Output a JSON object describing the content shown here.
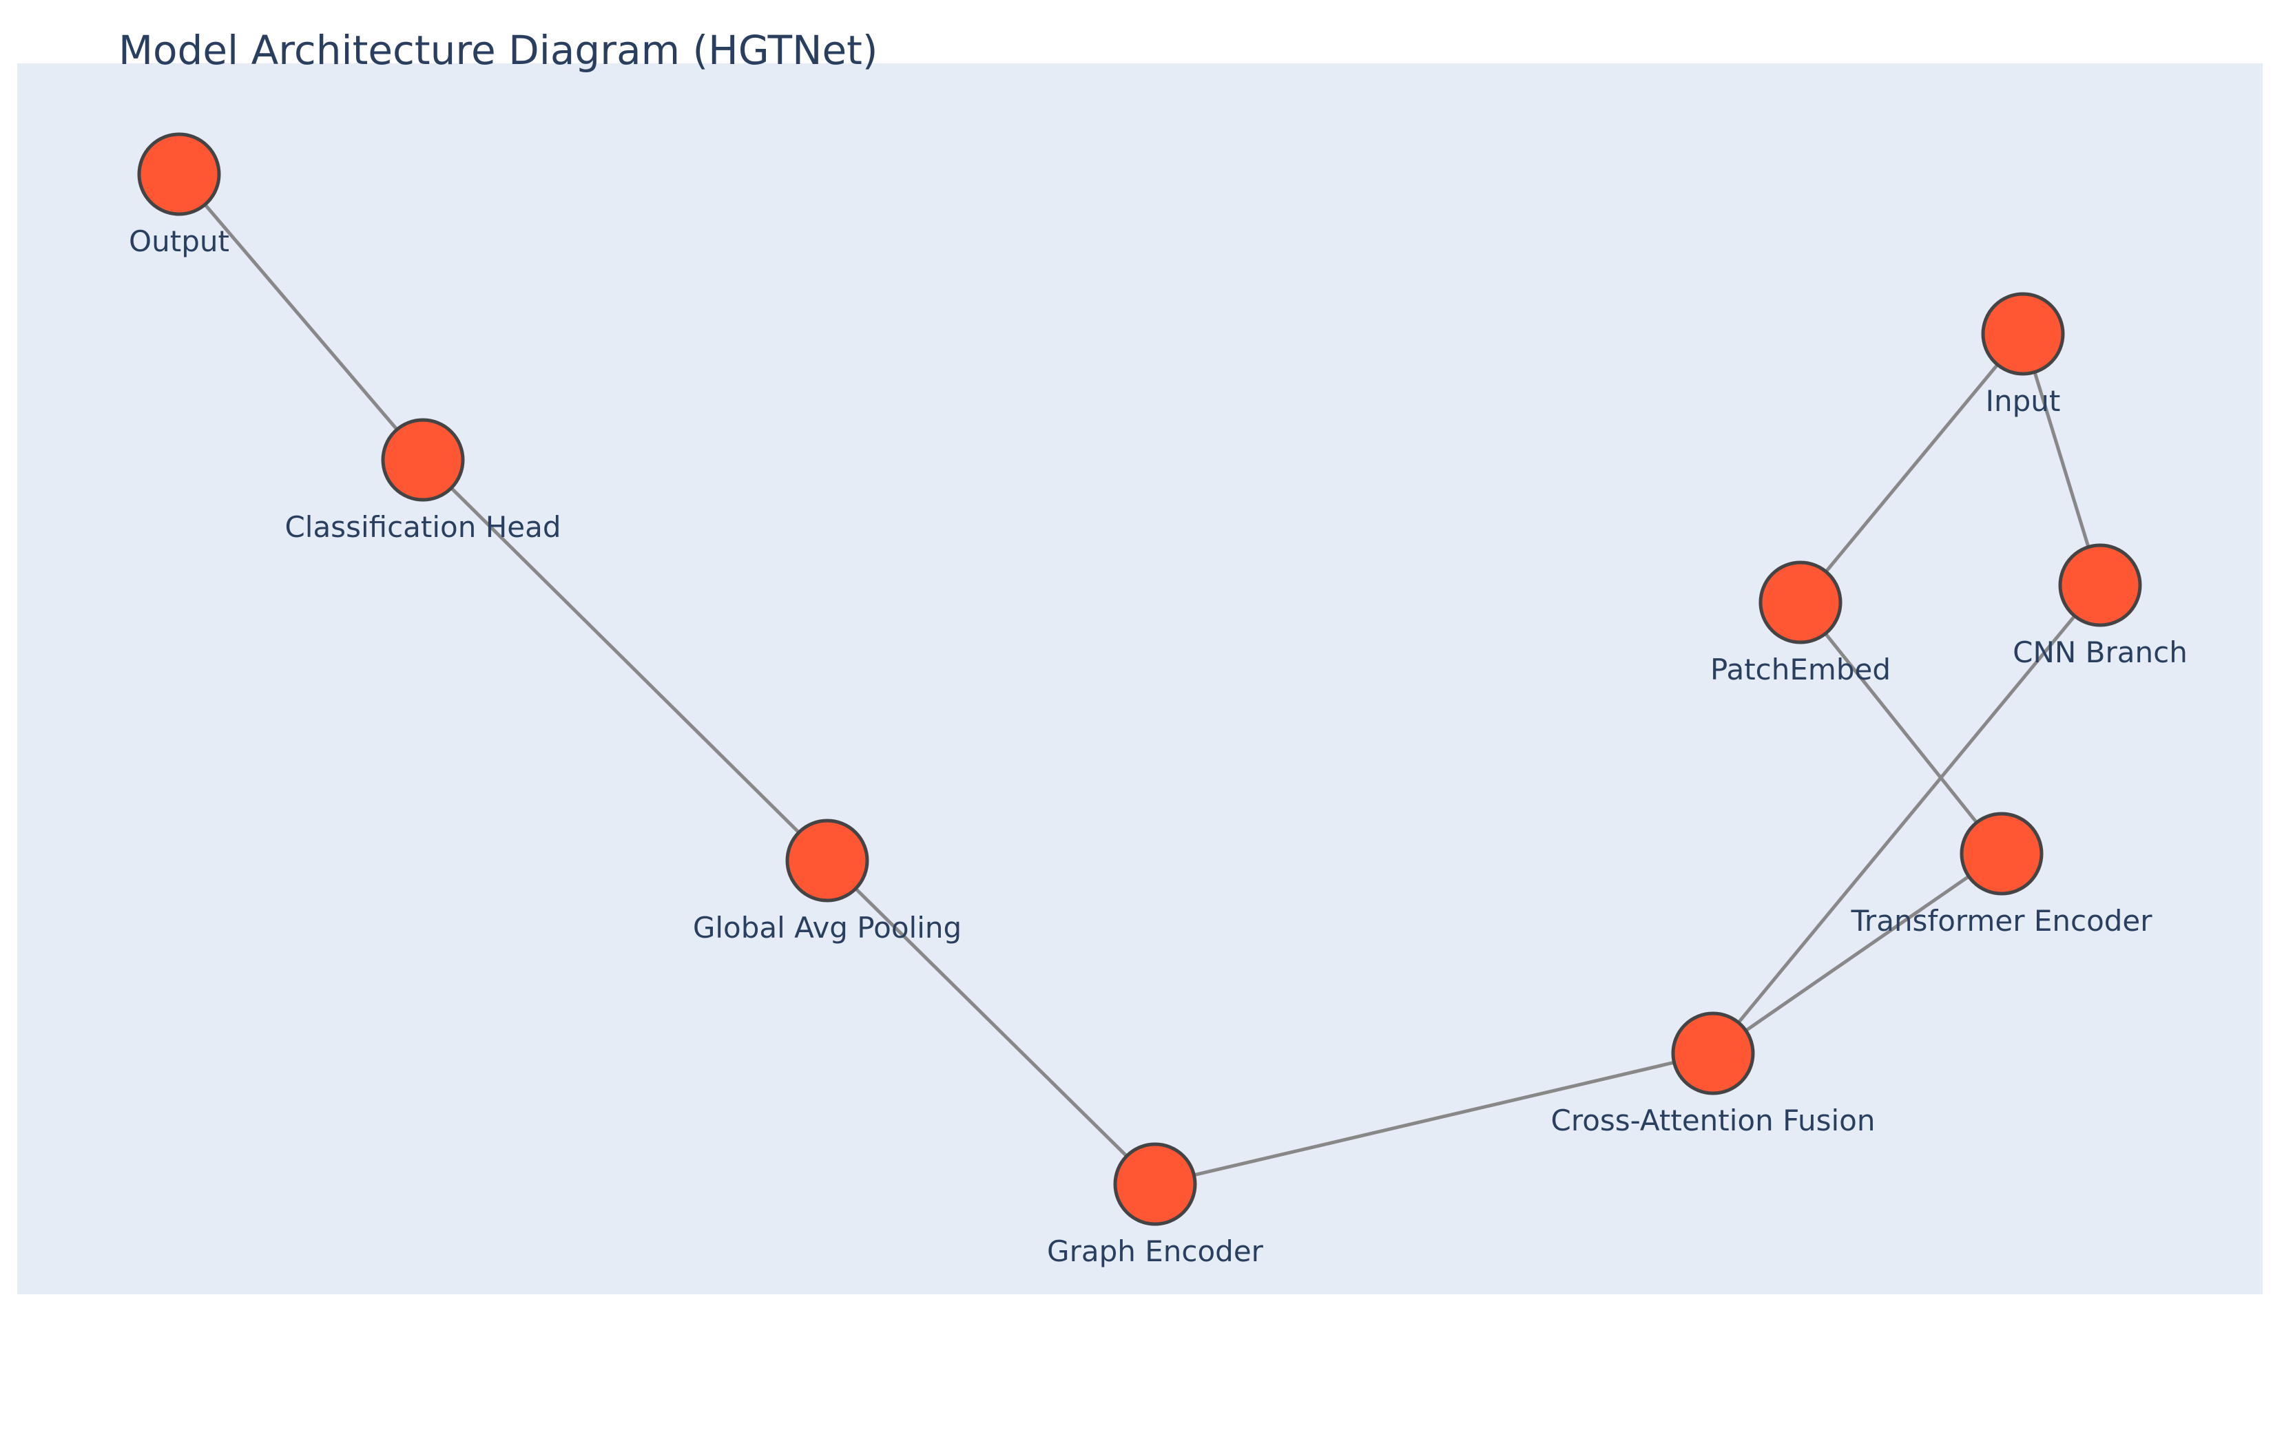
{
  "title": "Model Architecture Diagram (HGTNet)",
  "colors": {
    "node_fill": "#ff5733",
    "node_stroke": "#444444",
    "edge": "#888888",
    "plot_background": "#e5ecf6",
    "text": "#2a3f5f"
  },
  "diagram": {
    "nodes": [
      {
        "id": "input",
        "label": "Input"
      },
      {
        "id": "patch_embed",
        "label": "PatchEmbed"
      },
      {
        "id": "cnn_branch",
        "label": "CNN Branch"
      },
      {
        "id": "transformer_encoder",
        "label": "Transformer Encoder"
      },
      {
        "id": "cross_attention_fusion",
        "label": "Cross-Attention Fusion"
      },
      {
        "id": "graph_encoder",
        "label": "Graph Encoder"
      },
      {
        "id": "global_avg_pooling",
        "label": "Global Avg Pooling"
      },
      {
        "id": "classification_head",
        "label": "Classification Head"
      },
      {
        "id": "output",
        "label": "Output"
      }
    ],
    "edges": [
      {
        "from": "input",
        "to": "patch_embed"
      },
      {
        "from": "input",
        "to": "cnn_branch"
      },
      {
        "from": "patch_embed",
        "to": "transformer_encoder"
      },
      {
        "from": "transformer_encoder",
        "to": "cross_attention_fusion"
      },
      {
        "from": "cnn_branch",
        "to": "cross_attention_fusion"
      },
      {
        "from": "cross_attention_fusion",
        "to": "graph_encoder"
      },
      {
        "from": "graph_encoder",
        "to": "global_avg_pooling"
      },
      {
        "from": "global_avg_pooling",
        "to": "classification_head"
      },
      {
        "from": "classification_head",
        "to": "output"
      }
    ]
  }
}
